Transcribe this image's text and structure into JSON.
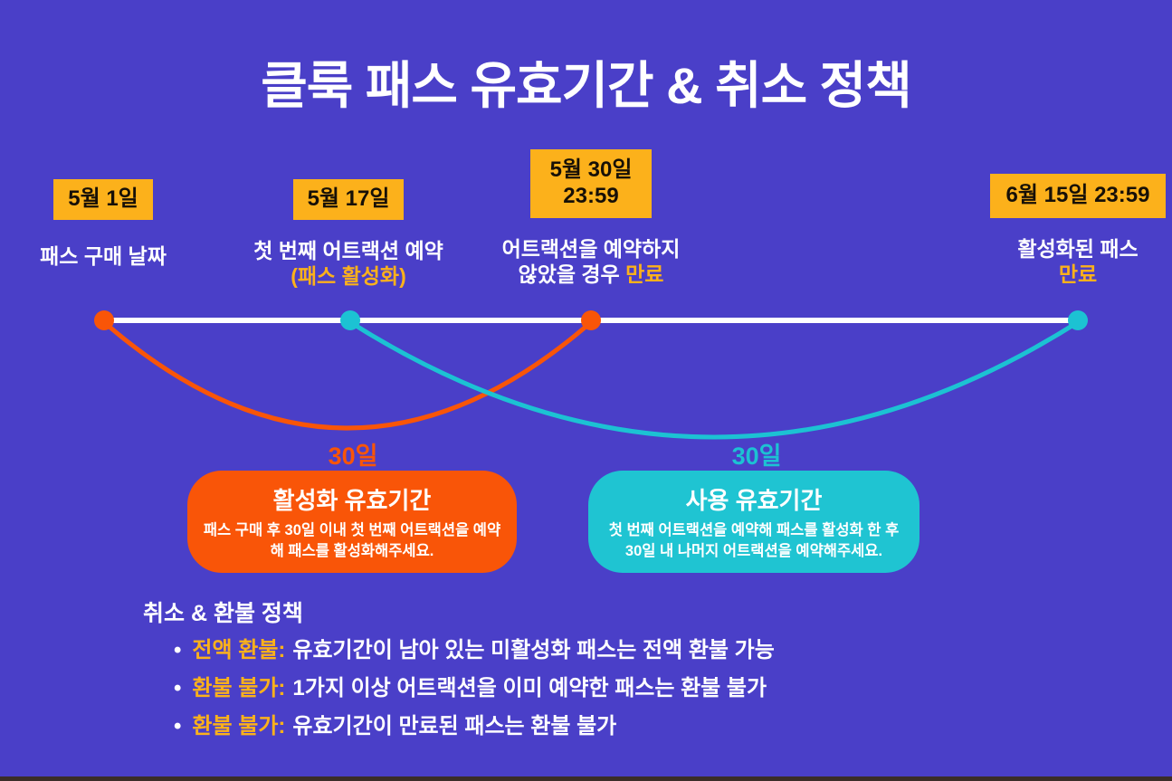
{
  "title": "클룩 패스 유효기간 & 취소 정책",
  "colors": {
    "background": "#4A3FC8",
    "yellow": "#FCB11B",
    "orange": "#F95508",
    "teal": "#1CC2D3",
    "white": "#FFFFFF",
    "footer": "#3A2D28"
  },
  "timeline": {
    "milestones": [
      {
        "date": "5월 1일",
        "line1": "패스 구매 날짜"
      },
      {
        "date": "5월 17일",
        "line1": "첫 번째 어트랙션 예약",
        "line2_accent": "(패스 활성화)"
      },
      {
        "date_line1": "5월 30일",
        "date_line2": "23:59",
        "line1": "어트랙션을 예약하지",
        "line2": "않았을 경우 ",
        "line2_accent": "만료"
      },
      {
        "date": "6월 15일 23:59",
        "line1": "활성화된 패스",
        "line2_accent": "만료"
      }
    ],
    "spans": [
      {
        "label": "30일"
      },
      {
        "label": "30일"
      }
    ]
  },
  "cards": [
    {
      "title": "활성화 유효기간",
      "line1": "패스 구매 후 30일 이내 첫 번째 어트랙션을 예약",
      "line2": "해 패스를 활성화해주세요."
    },
    {
      "title": "사용 유효기간",
      "line1": "첫 번째 어트랙션을 예약해 패스를 활성화 한 후",
      "line2": "30일 내 나머지 어트랙션을 예약해주세요."
    }
  ],
  "policy": {
    "heading": "취소 & 환불 정책",
    "items": [
      {
        "label": "전액 환불:",
        "text": "유효기간이 남아 있는 미활성화 패스는 전액 환불 가능"
      },
      {
        "label": "환불 불가:",
        "text": "1가지 이상 어트랙션을 이미 예약한 패스는 환불 불가"
      },
      {
        "label": "환불 불가:",
        "text": "유효기간이 만료된 패스는 환불 불가"
      }
    ]
  }
}
